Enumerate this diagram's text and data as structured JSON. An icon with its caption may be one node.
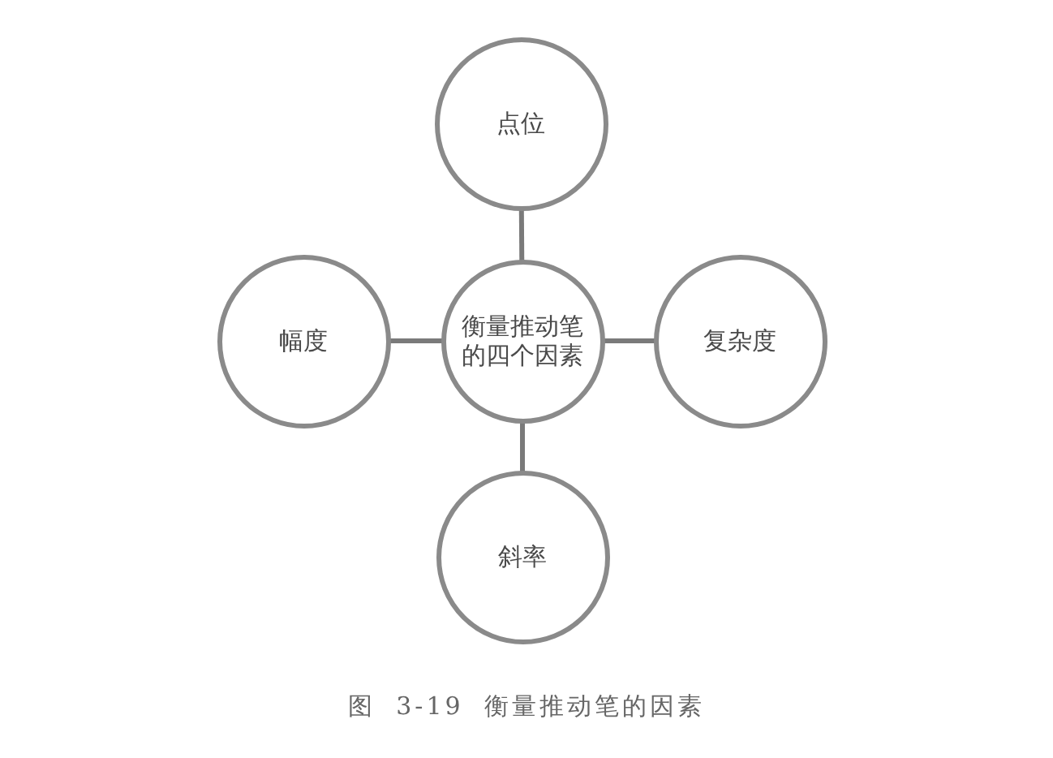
{
  "diagram": {
    "caption": "图 3-19 衡量推动笔的因素",
    "nodes": [
      {
        "text": [
          "点位"
        ]
      },
      {
        "text": [
          "幅度"
        ]
      },
      {
        "text": [
          "衡量推动笔的四个因素"
        ]
      },
      {
        "text": [
          "复杂度"
        ]
      },
      {
        "text": [
          "斜率"
        ]
      }
    ],
    "edges": [
      {
        "from": 2,
        "to": 0,
        "arrow": "none"
      },
      {
        "from": 2,
        "to": 1,
        "arrow": "none"
      },
      {
        "from": 2,
        "to": 3,
        "arrow": "none"
      },
      {
        "from": 2,
        "to": 4,
        "arrow": "none"
      }
    ]
  }
}
